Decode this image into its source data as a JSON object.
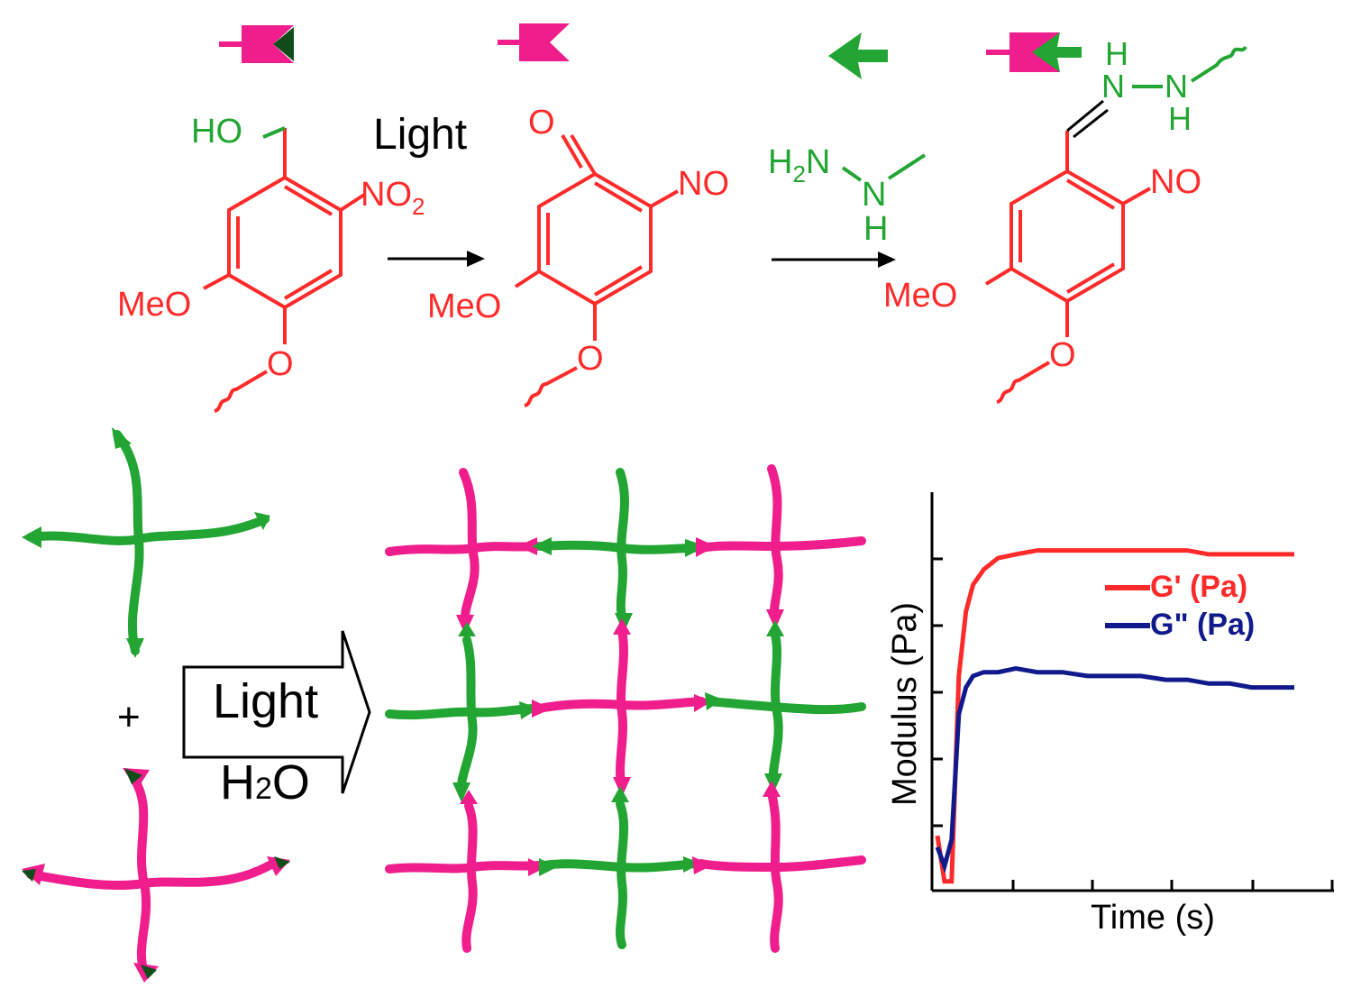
{
  "colors": {
    "red": "#ff2b2b",
    "green": "#22a532",
    "pink": "#f01d8c",
    "dark_green": "#114d1a",
    "black": "#000000",
    "navy": "#111a8c"
  },
  "scheme": {
    "step1_label": "Light",
    "sm_labels": {
      "ho": "HO",
      "no2_main": "NO",
      "no2_sub": "2",
      "meo": "MeO",
      "o": "O"
    },
    "ald_labels": {
      "o_carbonyl": "O",
      "no": "NO",
      "meo": "MeO",
      "o": "O"
    },
    "hydrazine": {
      "h2n_main": "H",
      "h2n_sub": "2",
      "h2n_n": "N",
      "n": "N",
      "h": "H"
    },
    "prod_labels": {
      "h1": "H",
      "n1": "N",
      "n2": "N",
      "h2": "H",
      "no": "NO",
      "meo": "MeO",
      "o": "O"
    }
  },
  "network": {
    "plus": "+",
    "arrow_line1": "Light",
    "arrow_line2_h": "H",
    "arrow_line2_sub": "2",
    "arrow_line2_o": "O"
  },
  "chart_data": {
    "type": "line",
    "xlabel": "Time (s)",
    "ylabel": "Modulus (Pa)",
    "series": [
      {
        "name": "G' (Pa)",
        "color": "#ff2b2b",
        "values": [
          0.13,
          0.01,
          0.01,
          0.55,
          0.72,
          0.79,
          0.83,
          0.86,
          0.87,
          0.88,
          0.88,
          0.88,
          0.88,
          0.88,
          0.88,
          0.88,
          0.87,
          0.87,
          0.87,
          0.87,
          0.87
        ]
      },
      {
        "name": "G\" (Pa)",
        "color": "#111a8c",
        "values": [
          0.1,
          0.05,
          0.12,
          0.45,
          0.52,
          0.55,
          0.56,
          0.56,
          0.57,
          0.56,
          0.56,
          0.55,
          0.55,
          0.55,
          0.54,
          0.54,
          0.53,
          0.53,
          0.52,
          0.52,
          0.52
        ]
      }
    ],
    "x": [
      0,
      0.02,
      0.04,
      0.06,
      0.08,
      0.1,
      0.13,
      0.17,
      0.22,
      0.28,
      0.35,
      0.42,
      0.5,
      0.57,
      0.64,
      0.7,
      0.76,
      0.82,
      0.88,
      0.94,
      1.0
    ]
  }
}
